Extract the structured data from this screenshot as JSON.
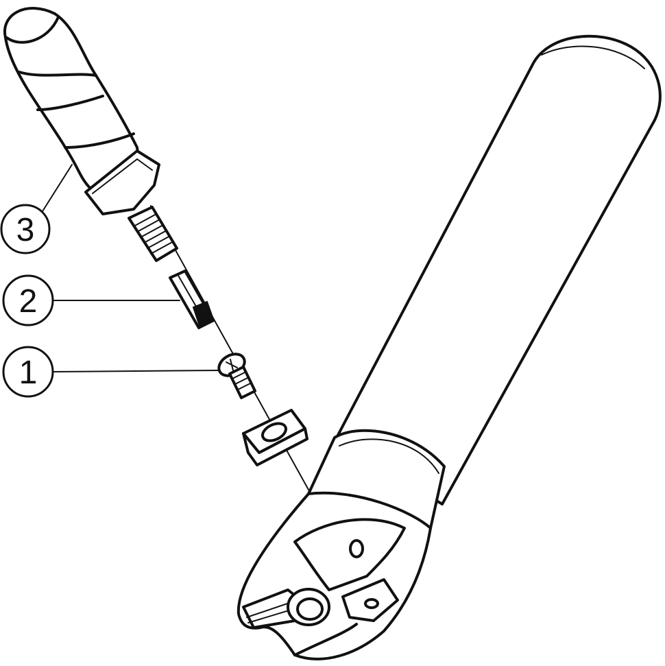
{
  "colors": {
    "ink": "#111111",
    "background": "#ffffff"
  },
  "callouts": [
    {
      "id": "callout-1",
      "label": "1",
      "part": "screw"
    },
    {
      "id": "callout-2",
      "label": "2",
      "part": "bit"
    },
    {
      "id": "callout-3",
      "label": "3",
      "part": "screwdriver-handle"
    }
  ]
}
